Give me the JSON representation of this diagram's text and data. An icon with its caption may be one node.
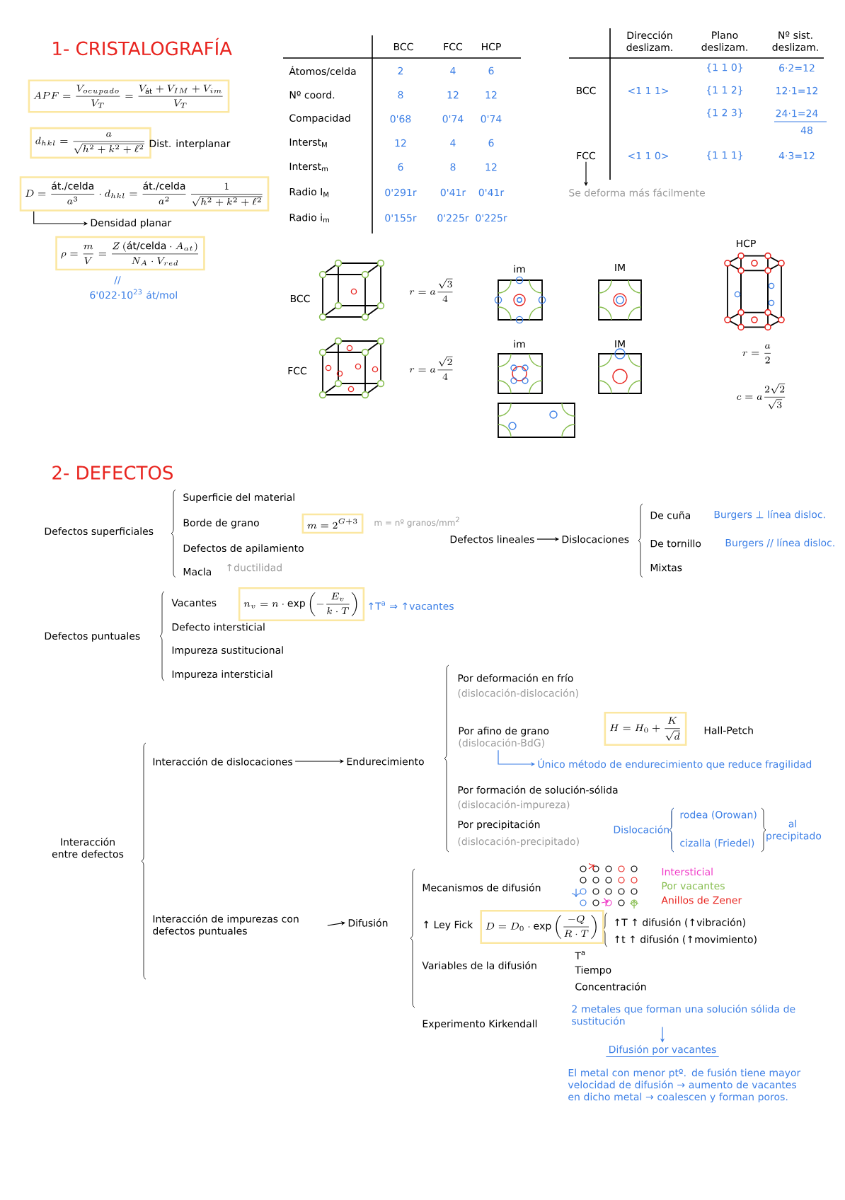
{
  "diagram": {
    "nodes": [
      {
        "text": [
          "APF = \\frac{V_{ocupado}}{V_T} = \\frac{V_{\\text{át}}+V_{IM}+V_{im}}{V_T}"
        ]
      },
      {
        "text": [
          "d_{hkl} = \\frac{a}{\\sqrt{h^2+k^2+\\ell^2}}"
        ],
        "beside": [
          "Dist. interplanar"
        ]
      },
      {
        "text": [
          "D = \\frac{\\text{át./celda}}{a^3}\\cdot d_{hkl} = \\frac{\\text{át./celda}}{a^2}\\,\\frac{1}{\\sqrt{h^2+k^2+\\ell^2}}"
        ]
      },
      {
        "text": [
          "Densidad planar"
        ]
      },
      {
        "text": [
          "\\rho = \\frac{m}{V} = \\frac{Z\\,(\\text{át/celda}\\cdot A_{at})}{N_A\\cdot V_{red}}"
        ]
      },
      {
        "text": [
          "FCC"
        ]
      },
      {
        "text": [
          "Se deforma más fácilmente"
        ]
      },
      {
        "text": [
          "m = 2^{G+3}"
        ]
      },
      {
        "text": [
          "Defectos lineales"
        ]
      },
      {
        "text": [
          "Dislocaciones"
        ]
      },
      {
        "text": [
          "n_v = n\\cdot\\exp\\left(-\\frac{E_v}{k\\cdot T}\\right)"
        ],
        "beside": [
          "↑T$^{a}$ ⇒ ↑vacantes"
        ]
      },
      {
        "text": [
          "Interacción de dislocaciones"
        ]
      },
      {
        "text": [
          "Endurecimiento"
        ]
      },
      {
        "text": [
          "Por afino de grano",
          "(dislocación-BdG)"
        ]
      },
      {
        "text": [
          "H = H_0 + \\frac{K}{\\sqrt{d}}"
        ],
        "beside": [
          "Hall-Petch"
        ]
      },
      {
        "text": [
          "Único método de endurecimiento que reduce fragilidad"
        ]
      },
      {
        "text": [
          "Interacción de impurezas con defectos puntuales"
        ]
      },
      {
        "text": [
          "Difusión"
        ]
      },
      {
        "text": [
          "D = D_0\\cdot\\exp\\left(\\frac{-Q}{R\\cdot T}\\right)"
        ]
      },
      {
        "text": [
          "2 metales que forman una solución sólida de sustitución"
        ]
      },
      {
        "text": [
          "Difusión por vacantes"
        ]
      }
    ],
    "edges": [
      {
        "from": 2,
        "to": 3,
        "arrow": "to"
      },
      {
        "from": 5,
        "to": 6,
        "arrow": "to"
      },
      {
        "from": 8,
        "to": 9,
        "arrow": "to"
      },
      {
        "from": 11,
        "to": 12,
        "arrow": "to"
      },
      {
        "from": 13,
        "to": 15,
        "arrow": "to",
        "color": "#3c7fe6"
      },
      {
        "from": 16,
        "to": 17,
        "arrow": "to"
      },
      {
        "from": 19,
        "to": 20,
        "arrow": "to",
        "color": "#3c7fe6"
      }
    ],
    "labels": [
      "1- CRISTALOGRAFÍA",
      "BCC",
      "FCC",
      "HCP",
      "Átomos/celda",
      "2",
      "4",
      "6",
      "Nº coord.",
      "8",
      "12",
      "12",
      "Compacidad",
      "0'68",
      "0'74",
      "0'74",
      "Interst$_{M}$",
      "12",
      "4",
      "6",
      "Interst$_{m}$",
      "6",
      "8",
      "12",
      "Radio I$_{M}$",
      "0'291r",
      "0'41r",
      "0'41r",
      "Radio i$_{m}$",
      "0'155r",
      "0'225r",
      "0'225r",
      "Dirección deslizam.",
      "Plano deslizam.",
      "Nº sist. deslizam.",
      "{1 1 0}",
      "6·2=12",
      "BCC",
      "<1 1 1>",
      "{1 1 2}",
      "12·1=12",
      "{1 2 3}",
      "24·1=24",
      "48",
      "<1 1 0>",
      "{1 1 1}",
      "4·3=12",
      "//",
      "6'022·10$^{23}$ át/mol",
      "BCC",
      "r = a\\frac{\\sqrt{3}}{4}",
      "im",
      "IM",
      "HCP",
      "FCC",
      "r = a\\frac{\\sqrt{2}}{4}",
      "im",
      "IM",
      "r = \\frac{a}{2}",
      "c = a\\frac{2\\sqrt{2}}{\\sqrt{3}}",
      "2- DEFECTOS",
      "Defectos superficiales",
      "Superficie del material",
      "Borde de grano",
      "Defectos de apilamiento",
      "Macla",
      "↑ductilidad",
      "De cuña",
      "Burgers ⊥ línea disloc.",
      "De tornillo",
      "Burgers // línea disloc.",
      "Mixtas",
      "Defectos puntuales",
      "Vacantes",
      "Defecto intersticial",
      "Impureza sustitucional",
      "Impureza intersticial",
      "Interacción entre defectos",
      "Por deformación en frío",
      "(dislocación-dislocación)",
      "Por formación de solución-sólida",
      "(dislocación-impureza)",
      "Por precipitación",
      "(dislocación-precipitado)",
      "Dislocación",
      "rodea (Orowan)",
      "cizalla (Friedel)",
      "al precipitado",
      "Mecanismos de difusión",
      "Intersticial",
      "Por vacantes",
      "Anillos de Zener",
      "↑ Ley Fick",
      "↑T ↑ difusión (↑vibración)",
      "↑t ↑ difusión (↑movimiento)",
      "Variables de la difusión",
      "T$^{a}$",
      "Tiempo",
      "Concentración",
      "Experimento Kirkendall",
      "El metal con menor ptº. de fusión tiene mayor velocidad de difusión → aumento de vacantes en dicho metal → coalescen y forman poros.",
      "m = nº granos/mm$^{2}$"
    ]
  }
}
